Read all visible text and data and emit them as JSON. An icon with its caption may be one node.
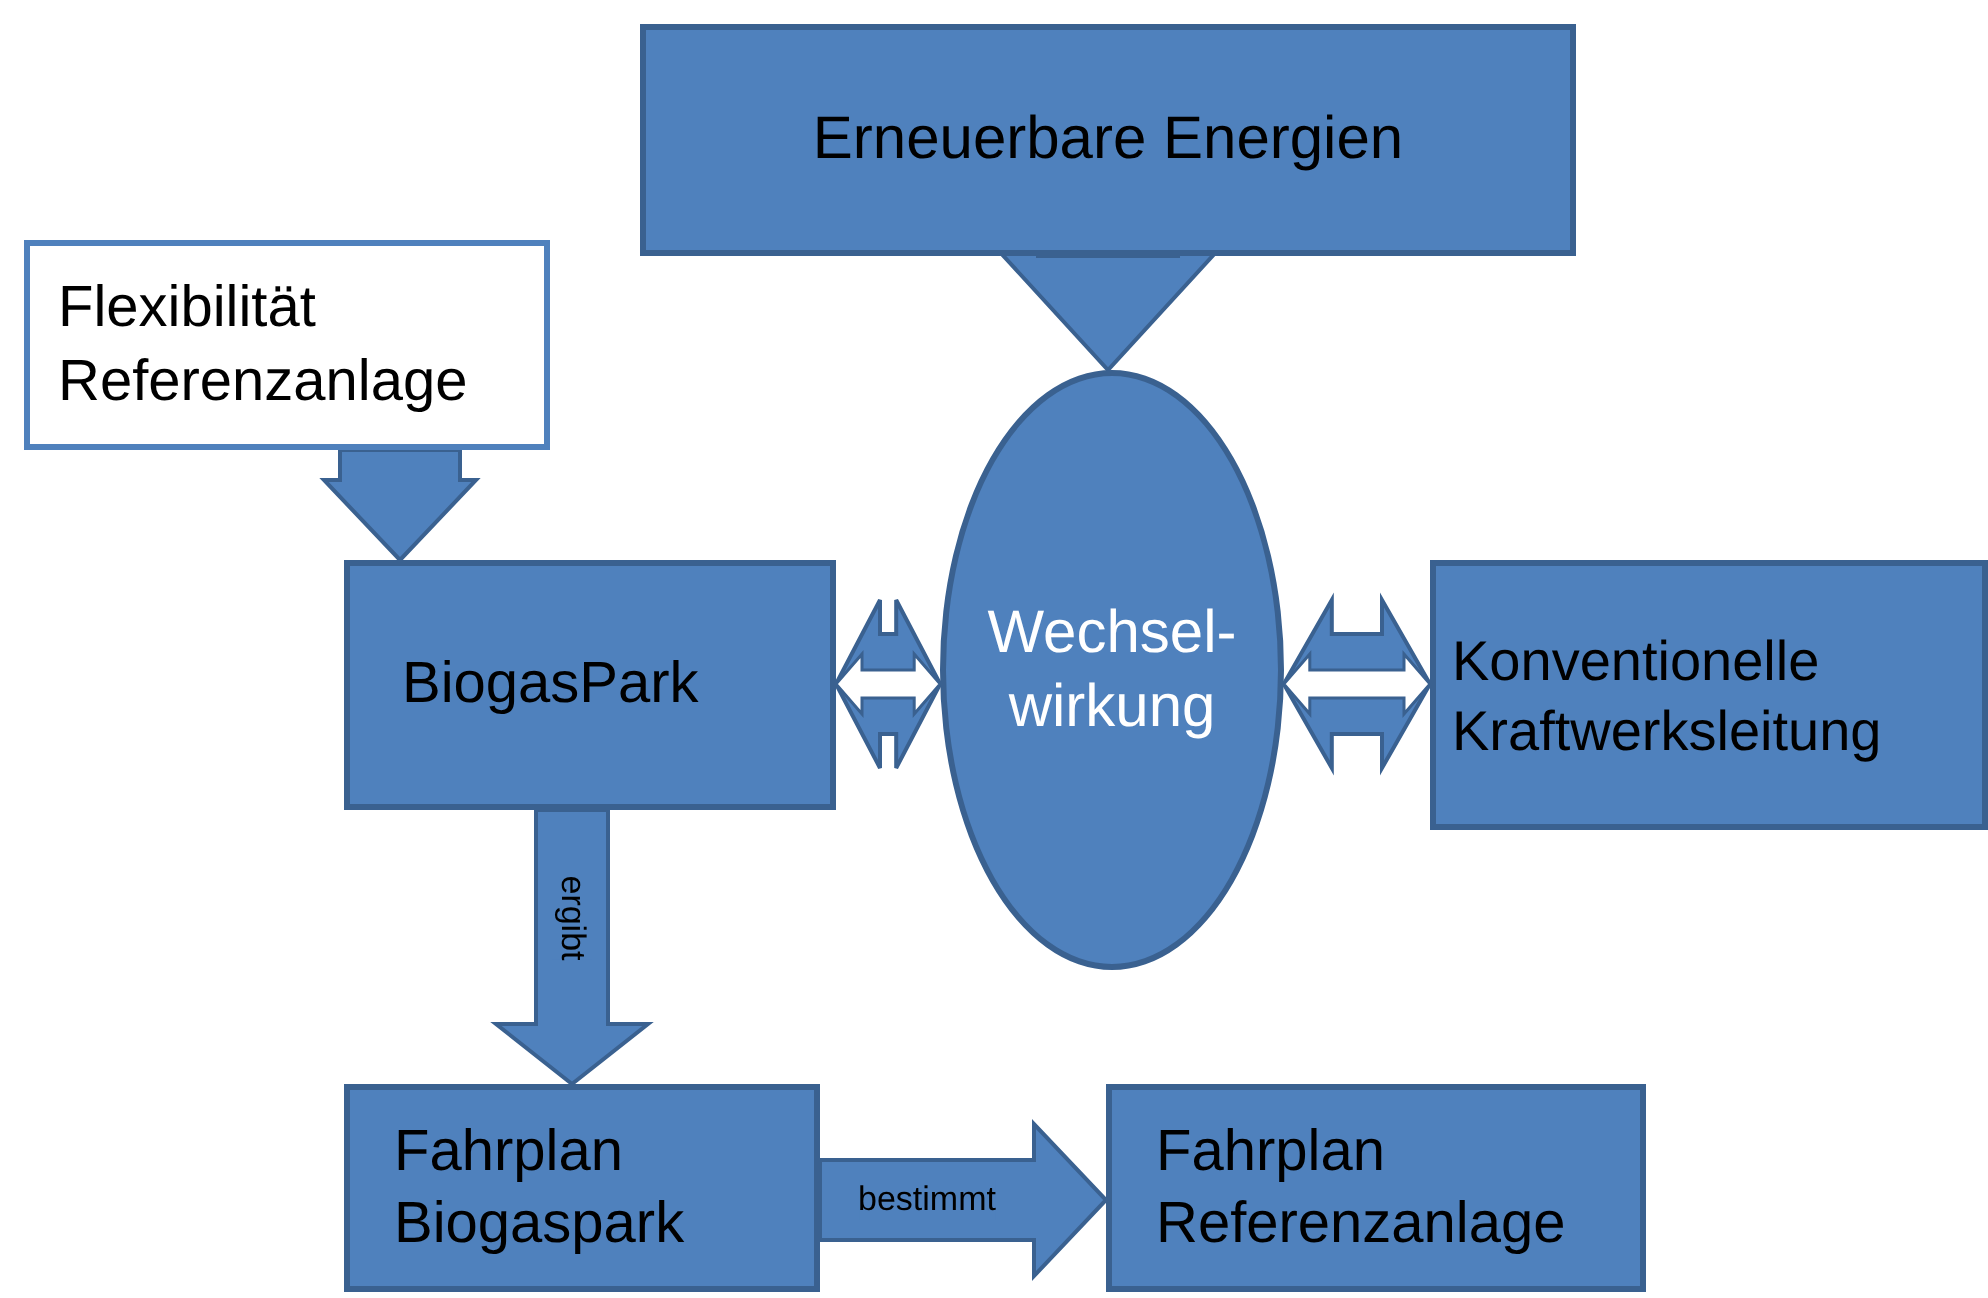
{
  "diagram": {
    "nodes": [
      {
        "text": [
          "Erneuerbare Energien"
        ]
      },
      {
        "text": [
          "Flexibilität Referenzanlage"
        ]
      },
      {
        "text": [
          "BiogasPark"
        ]
      },
      {
        "text": [
          "Wechsel- wirkung"
        ]
      },
      {
        "text": [
          "Konventionelle Kraftwerksleitung"
        ]
      },
      {
        "text": [
          "Fahrplan Biogaspark"
        ]
      },
      {
        "text": [
          "Fahrplan Referenzanlage"
        ]
      }
    ],
    "edges": [
      {
        "from": 0,
        "to": 3,
        "arrow": "to",
        "style": "thick"
      },
      {
        "from": 1,
        "to": 2,
        "arrow": "to",
        "style": "thick"
      },
      {
        "from": 2,
        "to": 3,
        "arrow": "both",
        "style": "thick"
      },
      {
        "from": 4,
        "to": 3,
        "arrow": "both",
        "style": "thick"
      },
      {
        "from": 2,
        "to": 5,
        "arrow": "to",
        "style": "thick",
        "label": "ergibt"
      },
      {
        "from": 5,
        "to": 6,
        "arrow": "to",
        "style": "thick",
        "label": "bestimmt"
      }
    ]
  }
}
